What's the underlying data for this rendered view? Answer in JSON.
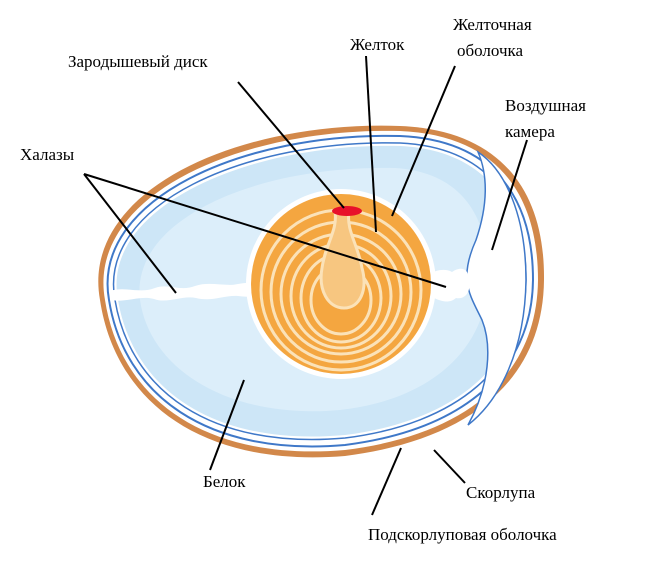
{
  "labels": {
    "embryo_disc": "Зародышевый диск",
    "yolk": "Желток",
    "vitelline_membrane_line1": "Желточная",
    "vitelline_membrane_line2": "оболочка",
    "air_cell_line1": "Воздушная",
    "air_cell_line2": "камера",
    "chalazae": "Халазы",
    "albumen": "Белок",
    "shell": "Скорлупа",
    "shell_membrane": "Подскорлуповая оболочка"
  },
  "colors": {
    "shell": "#D2884A",
    "membrane_line": "#3F78C8",
    "albumen": "#CDE6F7",
    "yolk_outer": "#F4A640",
    "yolk_inner": "#F7C680",
    "yolk_ring": "#FBE2B8",
    "embryo_disc": "#E8102A",
    "air_cell": "#FFFFFF"
  }
}
